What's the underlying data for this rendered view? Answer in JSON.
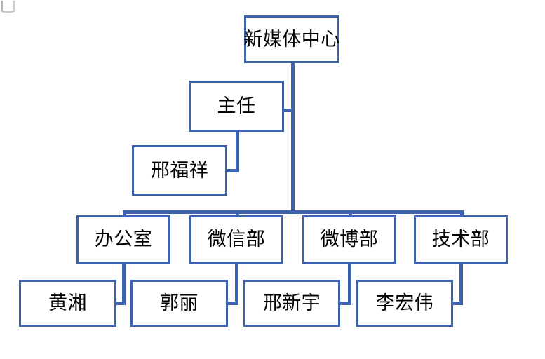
{
  "diagram": {
    "title_node": {
      "label": "新媒体中心"
    },
    "role_node": {
      "label": "主任"
    },
    "person_node": {
      "label": "邢福祥"
    },
    "departments": [
      {
        "label": "办公室"
      },
      {
        "label": "微信部"
      },
      {
        "label": "微博部"
      },
      {
        "label": "技术部"
      }
    ],
    "staff": [
      {
        "label": "黄湘"
      },
      {
        "label": "郭丽"
      },
      {
        "label": "邢新宇"
      },
      {
        "label": "李宏伟"
      }
    ],
    "colors": {
      "box_border": "#3F62AD",
      "connector": "#3F62AD",
      "box_fill": "#FFFFFF",
      "text": "#000000",
      "canvas": "#FFFFFF",
      "crop_mark": "#B3B3B3"
    }
  }
}
